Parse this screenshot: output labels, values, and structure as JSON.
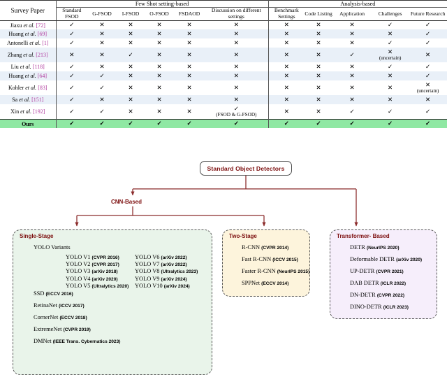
{
  "table": {
    "corner_header": "Survey Paper",
    "groups": [
      {
        "label": "Few Shot setting-based",
        "span": 6
      },
      {
        "label": "Analysis-based",
        "span": 5
      }
    ],
    "columns": [
      "Standard FSOD",
      "G-FSOD",
      "I-FSOD",
      "O-FSOD",
      "FSDAOD",
      "Discussion on different settings",
      "Benchmark Settings",
      "Code Listing",
      "Application",
      "Challenges",
      "Future Research"
    ],
    "glyphs": {
      "check": "✓",
      "cross": "✕"
    },
    "rows": [
      {
        "author": "Jiaxu et al.",
        "cite": "[72]",
        "stripe": false,
        "tall": false,
        "cells": [
          "✓",
          "✕",
          "✕",
          "✕",
          "✕",
          "✕",
          "✕",
          "✕",
          "✕",
          "✓",
          "✓"
        ],
        "notes": [
          "",
          "",
          "",
          "",
          "",
          "",
          "",
          "",
          "",
          "",
          ""
        ]
      },
      {
        "author": "Huang et al.",
        "cite": "[69]",
        "stripe": true,
        "tall": false,
        "cells": [
          "✓",
          "✕",
          "✕",
          "✕",
          "✕",
          "✕",
          "✕",
          "✕",
          "✕",
          "✕",
          "✓"
        ],
        "notes": [
          "",
          "",
          "",
          "",
          "",
          "",
          "",
          "",
          "",
          "",
          ""
        ]
      },
      {
        "author": "Antonelli et al.",
        "cite": "[1]",
        "stripe": false,
        "tall": false,
        "cells": [
          "✓",
          "✕",
          "✕",
          "✕",
          "✕",
          "✕",
          "✕",
          "✕",
          "✕",
          "✓",
          "✓"
        ],
        "notes": [
          "",
          "",
          "",
          "",
          "",
          "",
          "",
          "",
          "",
          "",
          ""
        ]
      },
      {
        "author": "Zhang et al.",
        "cite": "[213]",
        "stripe": true,
        "tall": true,
        "cells": [
          "✕",
          "✕",
          "✓",
          "✕",
          "✕",
          "✕",
          "✕",
          "✕",
          "✓",
          "✕",
          "✕"
        ],
        "notes": [
          "",
          "",
          "",
          "",
          "",
          "",
          "",
          "",
          "",
          "(uncertain)",
          ""
        ]
      },
      {
        "author": "Liu et al.",
        "cite": "[118]",
        "stripe": false,
        "tall": false,
        "cells": [
          "✓",
          "✕",
          "✕",
          "✕",
          "✕",
          "✕",
          "✕",
          "✕",
          "✕",
          "✓",
          "✓"
        ],
        "notes": [
          "",
          "",
          "",
          "",
          "",
          "",
          "",
          "",
          "",
          "",
          ""
        ]
      },
      {
        "author": "Huang et al.",
        "cite": "[64]",
        "stripe": true,
        "tall": false,
        "cells": [
          "✓",
          "✓",
          "✕",
          "✕",
          "✕",
          "✕",
          "✕",
          "✕",
          "✕",
          "✕",
          "✓"
        ],
        "notes": [
          "",
          "",
          "",
          "",
          "",
          "",
          "",
          "",
          "",
          "",
          ""
        ]
      },
      {
        "author": "Kohler et al.",
        "cite": "[83]",
        "stripe": false,
        "tall": true,
        "cells": [
          "✓",
          "✓",
          "✕",
          "✕",
          "✕",
          "✕",
          "✕",
          "✕",
          "✕",
          "✕",
          "✕"
        ],
        "notes": [
          "",
          "",
          "",
          "",
          "",
          "",
          "",
          "",
          "",
          "",
          "(uncertain)"
        ]
      },
      {
        "author": "Sa et al.",
        "cite": "[151]",
        "stripe": true,
        "tall": false,
        "cells": [
          "✓",
          "✕",
          "✕",
          "✕",
          "✕",
          "✕",
          "✕",
          "✕",
          "✕",
          "✕",
          "✕"
        ],
        "notes": [
          "",
          "",
          "",
          "",
          "",
          "",
          "",
          "",
          "",
          "",
          ""
        ]
      },
      {
        "author": "Xin et al.",
        "cite": "[192]",
        "stripe": false,
        "tall": true,
        "cells": [
          "✓",
          "✓",
          "✕",
          "✕",
          "✕",
          "✓",
          "✕",
          "✕",
          "✓",
          "✓",
          "✓"
        ],
        "notes": [
          "",
          "",
          "",
          "",
          "",
          "(FSOD & G-FSOD)",
          "",
          "",
          "",
          "",
          ""
        ]
      },
      {
        "author": "Ours",
        "cite": "",
        "stripe": false,
        "tall": false,
        "ours": true,
        "cells": [
          "✓",
          "✓",
          "✓",
          "✓",
          "✓",
          "✓",
          "✓",
          "✓",
          "✓",
          "✓",
          "✓"
        ],
        "notes": [
          "",
          "",
          "",
          "",
          "",
          "",
          "",
          "",
          "",
          "",
          ""
        ]
      }
    ]
  },
  "diagram": {
    "root": "Standard Object Detectors",
    "cnn_label": "CNN-Based",
    "panels": {
      "single": {
        "title": "Single-Stage",
        "yolo_parent": "YOLO Variants",
        "yolo_left": [
          {
            "name": "YOLO V1",
            "venue": "(CVPR 2016)"
          },
          {
            "name": "YOLO V2",
            "venue": "(CVPR 2017)"
          },
          {
            "name": "YOLO V3",
            "venue": "(arXiv 2018)"
          },
          {
            "name": "YOLO V4",
            "venue": "(arXiv 2020)"
          },
          {
            "name": "YOLO V5",
            "venue": "(Ultralytics 2020)"
          }
        ],
        "yolo_right": [
          {
            "name": "YOLO V6",
            "venue": "(arXiv 2022)"
          },
          {
            "name": "YOLO V7",
            "venue": "(arXiv 2022)"
          },
          {
            "name": "YOLO V8",
            "venue": "(Ultralytics 2023)"
          },
          {
            "name": "YOLO V9",
            "venue": "(arXiv 2024)"
          },
          {
            "name": "YOLO V10",
            "venue": "(arXiv 2024)"
          }
        ],
        "others": [
          {
            "name": "SSD",
            "venue": "(ECCV 2016)"
          },
          {
            "name": "RetinaNet",
            "venue": "(ICCV 2017)"
          },
          {
            "name": "CornerNet",
            "venue": "(ECCV 2018)"
          },
          {
            "name": "ExtremeNet",
            "venue": "(CVPR 2019)"
          },
          {
            "name": "DMNet",
            "venue": "(IEEE Trans. Cybernatics 2023)"
          }
        ]
      },
      "two": {
        "title": "Two-Stage",
        "items": [
          {
            "name": "R-CNN",
            "venue": "(CVPR 2014)"
          },
          {
            "name": "Fast R-CNN",
            "venue": "(ICCV 2015)"
          },
          {
            "name": "Faster R-CNN",
            "venue": "(NeurIPS 2015)"
          },
          {
            "name": "SPPNet",
            "venue": "(ECCV 2014)"
          }
        ]
      },
      "transformer": {
        "title": "Transformer- Based",
        "items": [
          {
            "name": "DETR",
            "venue": "(NeurIPS 2020)"
          },
          {
            "name": "Deformable DETR",
            "venue": "(arXiv 2020)"
          },
          {
            "name": "UP-DETR",
            "venue": "(CVPR 2021)"
          },
          {
            "name": "DAB DETR",
            "venue": "(ICLR 2022)"
          },
          {
            "name": "DN-DETR",
            "venue": "(CVPR 2022)"
          },
          {
            "name": "DINO-DETR",
            "venue": "(ICLR 2023)"
          }
        ]
      }
    },
    "colors": {
      "connector": "#8b2b2b",
      "title": "#7d1010",
      "single_fill": "#e9f4ea",
      "two_fill": "#fdf4dc",
      "transformer_fill": "#f6eefb",
      "ours_row": "#8fe8a3",
      "stripe_row": "#e9f0f8",
      "citation": "#b03a9e"
    }
  }
}
